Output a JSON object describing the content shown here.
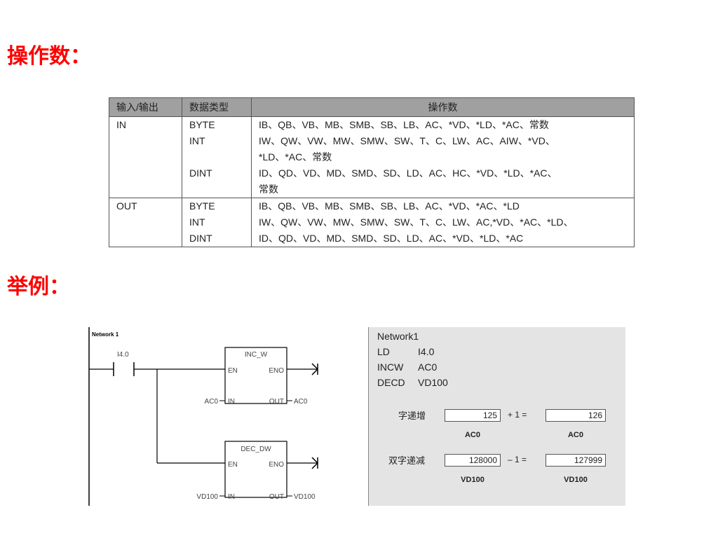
{
  "headings": {
    "operands": "操作数：",
    "example": "举例："
  },
  "table": {
    "headers": [
      "输入/输出",
      "数据类型",
      "操作数"
    ],
    "rows": [
      [
        "IN",
        "BYTE",
        "IB、QB、VB、MB、SMB、SB、LB、AC、*VD、*LD、*AC、常数"
      ],
      [
        "",
        "INT",
        "IW、QW、VW、MW、SMW、SW、T、C、LW、AC、AIW、*VD、"
      ],
      [
        "",
        "",
        "*LD、*AC、常数"
      ],
      [
        "",
        "DINT",
        "ID、QD、VD、MD、SMD、SD、LD、AC、HC、*VD、*LD、*AC、"
      ],
      [
        "",
        "",
        "常数"
      ],
      [
        "OUT",
        "BYTE",
        "IB、QB、VB、MB、SMB、SB、LB、AC、*VD、*AC、*LD"
      ],
      [
        "",
        "INT",
        "IW、QW、VW、MW、SMW、SW、T、C、LW、AC,*VD、*AC、*LD、"
      ],
      [
        "",
        "DINT",
        "ID、QD、VD、MD、SMD、SD、LD、AC、*VD、*LD、*AC"
      ]
    ]
  },
  "ladder": {
    "network_label": "Network 1",
    "contact_label": "I4.0",
    "block1": {
      "name": "INC_W",
      "en": "EN",
      "eno": "ENO",
      "in": "IN",
      "out": "OUT",
      "in_operand": "AC0",
      "out_operand": "AC0"
    },
    "block2": {
      "name": "DEC_DW",
      "en": "EN",
      "eno": "ENO",
      "in": "IN",
      "out": "OUT",
      "in_operand": "VD100",
      "out_operand": "VD100"
    }
  },
  "stl": {
    "title": "Network1",
    "lines": [
      {
        "op": "LD",
        "arg": "I4.0"
      },
      {
        "op": "INCW",
        "arg": "AC0"
      },
      {
        "op": "DECD",
        "arg": "VD100"
      }
    ]
  },
  "status": {
    "inc": {
      "label": "字递增",
      "before": "125",
      "op": "+ 1 =",
      "after": "126",
      "before_name": "AC0",
      "after_name": "AC0"
    },
    "dec": {
      "label": "双字递减",
      "before": "128000",
      "op": "– 1 =",
      "after": "127999",
      "before_name": "VD100",
      "after_name": "VD100"
    }
  }
}
